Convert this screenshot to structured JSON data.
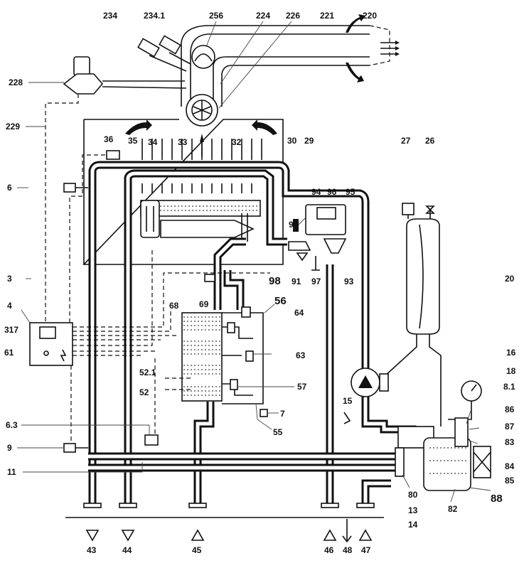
{
  "labels": {
    "l234": "234",
    "l234_1": "234.1",
    "l256": "256",
    "l224": "224",
    "l226": "226",
    "l221": "221",
    "l220": "220",
    "l228": "228",
    "l229": "229",
    "l36": "36",
    "l35": "35",
    "l34": "34",
    "l33": "33",
    "l32": "32",
    "l30": "30",
    "l29": "29",
    "l27": "27",
    "l26": "26",
    "l6": "6",
    "l94": "94",
    "l96": "96",
    "l95": "95",
    "l90": "90",
    "l98": "98",
    "l91": "91",
    "l97": "97",
    "l93": "93",
    "l20": "20",
    "l3": "3",
    "l4": "4",
    "l68": "68",
    "l69": "69",
    "l56": "56",
    "l64": "64",
    "l317": "317",
    "l61": "61",
    "l63": "63",
    "l16": "16",
    "l18": "18",
    "l52_1": "52.1",
    "l57": "57",
    "l52": "52",
    "l8_1": "8.1",
    "l15": "15",
    "l7": "7",
    "l86": "86",
    "l87": "87",
    "l6_3": "6.3",
    "l55": "55",
    "l83": "83",
    "l9": "9",
    "l11": "11",
    "l84": "84",
    "l85": "85",
    "l80": "80",
    "l82": "82",
    "l88": "88",
    "l13": "13",
    "l14": "14",
    "l43": "43",
    "l44": "44",
    "l45": "45",
    "l46": "46",
    "l48": "48",
    "l47": "47"
  }
}
